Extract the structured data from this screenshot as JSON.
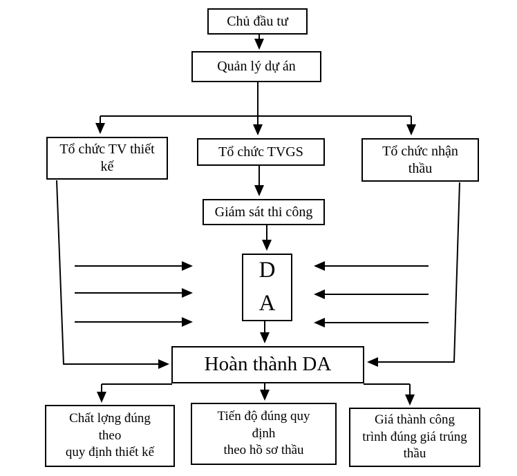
{
  "diagram": {
    "type": "flowchart",
    "background_color": "#ffffff",
    "line_color": "#000000",
    "text_color": "#000000",
    "nodes": {
      "chu_dau_tu": {
        "label": "Chủ đầu tư"
      },
      "quan_ly_du_an": {
        "label": "Quản lý dự án"
      },
      "to_chuc_tv_thiet_ke": {
        "label": "Tổ chức TV thiết\nkế"
      },
      "to_chuc_tvgs": {
        "label": "Tổ chức TVGS"
      },
      "to_chuc_nhan_thau": {
        "label": "Tổ chức nhận\nthầu"
      },
      "giam_sat_thi_cong": {
        "label": "Giám sát thi công"
      },
      "da": {
        "label": "D\nA"
      },
      "hoan_thanh_da": {
        "label": "Hoàn thành DA"
      },
      "chat_luong": {
        "label": "Chất lợng đúng\ntheo\nquy định thiết kế"
      },
      "tien_do": {
        "label": "Tiến độ đúng quy\nđịnh\ntheo  hồ sơ thầu"
      },
      "gia_thanh": {
        "label": "Giá thành công\ntrình đúng giá trúng\nthầu"
      }
    },
    "edges": [
      "chu_dau_tu -> quan_ly_du_an",
      "quan_ly_du_an -> to_chuc_tv_thiet_ke",
      "quan_ly_du_an -> to_chuc_tvgs",
      "quan_ly_du_an -> to_chuc_nhan_thau",
      "to_chuc_tvgs -> giam_sat_thi_cong",
      "giam_sat_thi_cong -> da",
      "da -> hoan_thanh_da",
      "to_chuc_tv_thiet_ke -> hoan_thanh_da",
      "to_chuc_nhan_thau -> hoan_thanh_da",
      "hoan_thanh_da -> chat_luong",
      "hoan_thanh_da -> tien_do",
      "hoan_thanh_da -> gia_thanh"
    ]
  }
}
